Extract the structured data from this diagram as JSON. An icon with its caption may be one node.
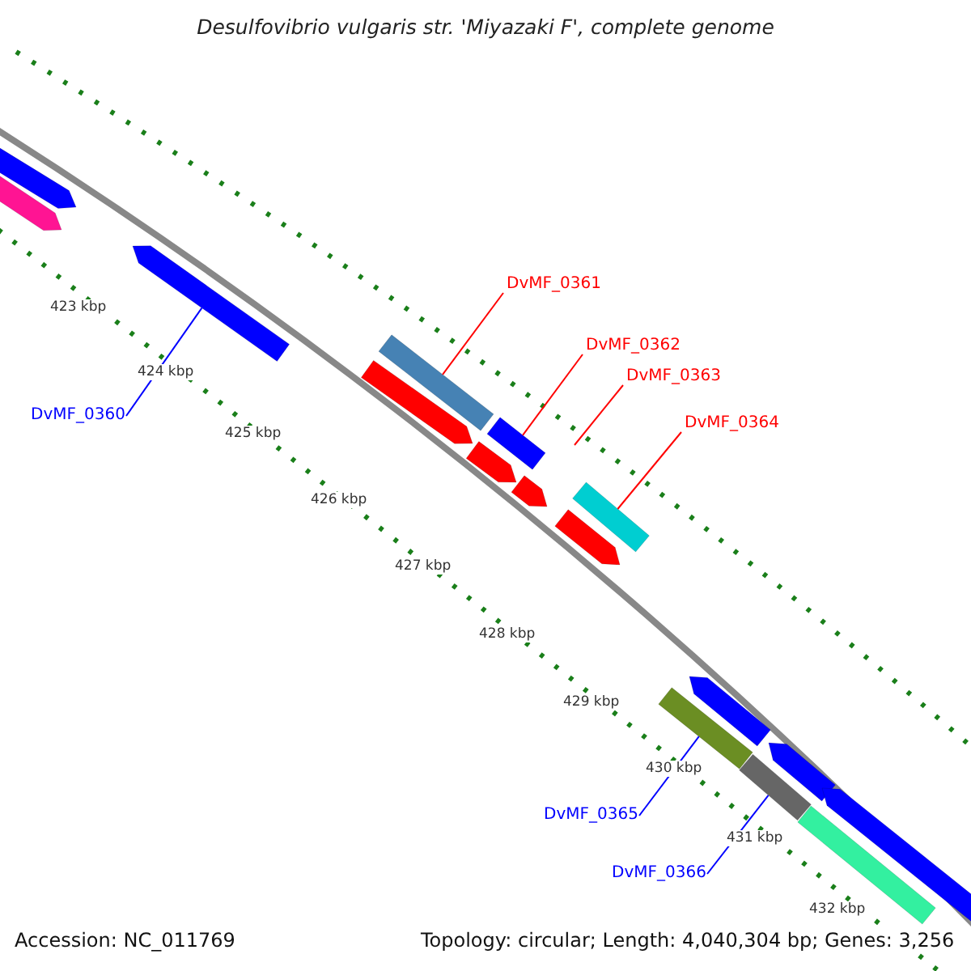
{
  "diagram": {
    "title": "Desulfovibrio vulgaris str. 'Miyazaki F', complete genome",
    "nodes": [
      {
        "text": [],
        "shape": "bar"
      },
      {
        "text": [],
        "shape": "bar"
      },
      {
        "text": [],
        "shape": "bar"
      },
      {
        "text": [],
        "shape": "bar"
      },
      {
        "text": [],
        "shape": "bar"
      },
      {
        "text": [],
        "shape": "bar"
      },
      {
        "text": [],
        "shape": "bar"
      },
      {
        "text": [],
        "shape": "bar"
      },
      {
        "text": [],
        "shape": "bar"
      },
      {
        "text": [],
        "shape": "bar"
      },
      {
        "text": [],
        "shape": "bar"
      },
      {
        "text": [],
        "shape": "bar"
      },
      {
        "text": [],
        "shape": "bar"
      },
      {
        "text": [],
        "shape": "bar"
      },
      {
        "text": [],
        "shape": "bar"
      },
      {
        "text": [],
        "shape": "bar"
      },
      {
        "text": [
          "DvMF_0361"
        ]
      },
      {
        "text": [
          "DvMF_0362"
        ]
      },
      {
        "text": [
          "DvMF_0363"
        ]
      },
      {
        "text": [
          "DvMF_0364"
        ]
      },
      {
        "text": [
          "DvMF_0360"
        ]
      },
      {
        "text": [
          "DvMF_0365"
        ]
      },
      {
        "text": [
          "DvMF_0366"
        ]
      }
    ],
    "edges": [
      {
        "from": 16,
        "to": 3,
        "arrow": "none"
      },
      {
        "from": 17,
        "to": 5,
        "arrow": "none"
      },
      {
        "from": 18,
        "to": null,
        "arrow": "none"
      },
      {
        "from": 19,
        "to": 8,
        "arrow": "none"
      },
      {
        "from": 20,
        "to": 2,
        "arrow": "none",
        "color": "#0000ff"
      },
      {
        "from": 21,
        "to": 11,
        "arrow": "none",
        "color": "#0000ff"
      },
      {
        "from": 22,
        "to": 13,
        "arrow": "none",
        "color": "#0000ff"
      }
    ],
    "labels": [
      "423 kbp",
      "424 kbp",
      "425 kbp",
      "426 kbp",
      "427 kbp",
      "428 kbp",
      "429 kbp",
      "430 kbp",
      "431 kbp",
      "432 kbp",
      "Accession: NC_011769",
      "Topology: circular; Length: 4,040,304 bp; Genes: 3,256"
    ]
  }
}
